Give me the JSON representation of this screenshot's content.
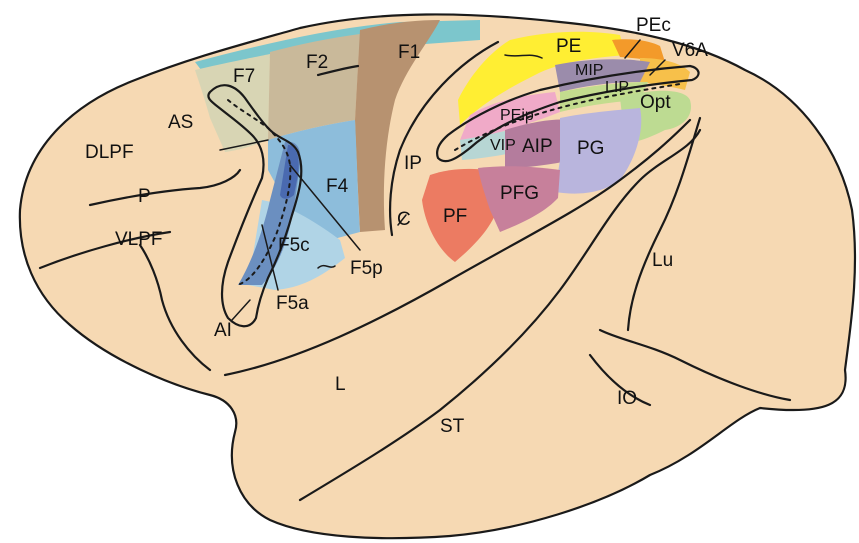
{
  "colors": {
    "cortex": "#f6d9b3",
    "outline": "#1a1a1a",
    "F1": "#b79270",
    "F2": "#c9b99a",
    "F7": "#d8d5b4",
    "F4": "#8dbddb",
    "F5": "#b0d4e6",
    "F5a": "#6b8fc0",
    "F5inner": "#4a6ab0",
    "PE": "#ffee33",
    "PEc": "#f39a2a",
    "V6A": "#f7c04a",
    "MIP": "#9b8cab",
    "LIP": "#c3dc8e",
    "Opt": "#bddb92",
    "PEip": "#f0aac8",
    "VIP": "#b7d6d4",
    "AIP": "#b47c9d",
    "PG": "#b9b5dd",
    "PF": "#ec7b62",
    "PFG": "#c7809b",
    "mesial": "#7cc6cc"
  },
  "labels": {
    "DLPF": "DLPF",
    "P": "P",
    "VLPF": "VLPF",
    "AS": "AS",
    "AI": "AI",
    "F7": "F7",
    "F2": "F2",
    "F1": "F1",
    "F4": "F4",
    "F5c": "F5c",
    "F5a": "F5a",
    "F5p": "F5p",
    "C": "C",
    "IP": "IP",
    "PE": "PE",
    "PEc": "PEc",
    "V6A": "V6A",
    "MIP": "MIP",
    "LIP": "LIP",
    "Opt": "Opt",
    "PEip": "PEip",
    "VIP": "VIP",
    "AIP": "AIP",
    "PG": "PG",
    "PF": "PF",
    "PFG": "PFG",
    "L": "L",
    "Lu": "Lu",
    "IO": "IO",
    "ST": "ST"
  }
}
